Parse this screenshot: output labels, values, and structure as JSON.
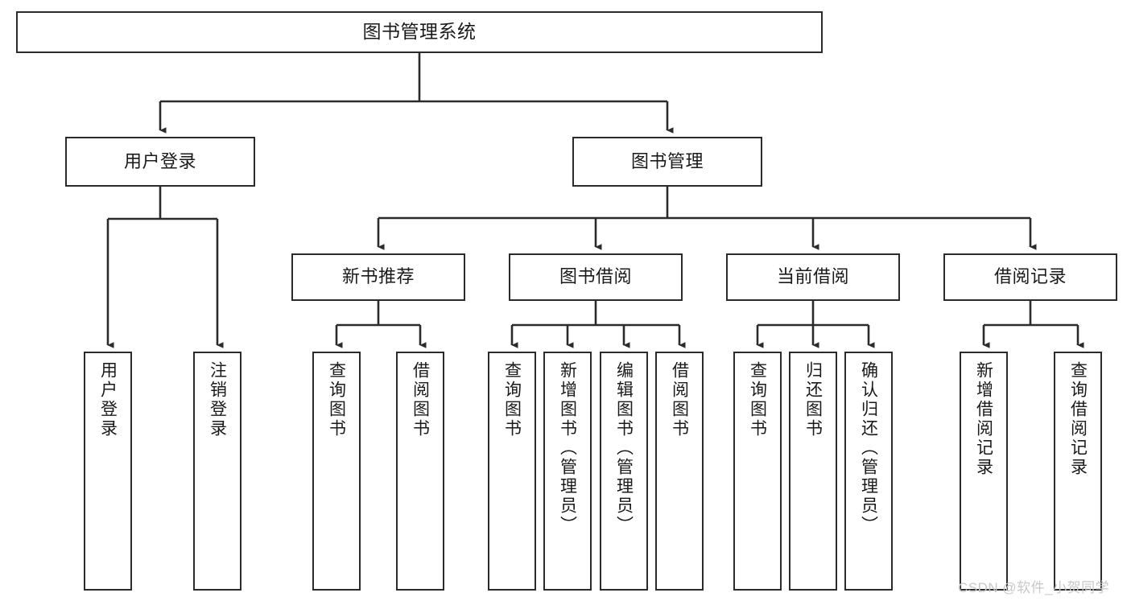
{
  "diagram": {
    "title": "图书管理系统",
    "watermark": "CSDN @软件_小贺同学",
    "colors": {
      "box_border": "#2b2b2b",
      "box_fill": "#ffffff",
      "connector": "#2b2b2b",
      "text": "#1a1a1a",
      "watermark": "#c8c8c8"
    },
    "nodes": {
      "root": {
        "label": "图书管理系统"
      },
      "level2": [
        {
          "label": "用户登录"
        },
        {
          "label": "图书管理"
        }
      ],
      "level3": [
        {
          "label": "新书推荐"
        },
        {
          "label": "图书借阅"
        },
        {
          "label": "当前借阅"
        },
        {
          "label": "借阅记录"
        }
      ],
      "leaves": [
        {
          "label": "用户登录"
        },
        {
          "label": "注销登录"
        },
        {
          "label": "查询图书"
        },
        {
          "label": "借阅图书"
        },
        {
          "label": "查询图书"
        },
        {
          "label": "新增图书（管理员）"
        },
        {
          "label": "编辑图书（管理员）"
        },
        {
          "label": "借阅图书"
        },
        {
          "label": "查询图书"
        },
        {
          "label": "归还图书"
        },
        {
          "label": "确认归还（管理员）"
        },
        {
          "label": "新增借阅记录"
        },
        {
          "label": "查询借阅记录"
        }
      ]
    }
  }
}
